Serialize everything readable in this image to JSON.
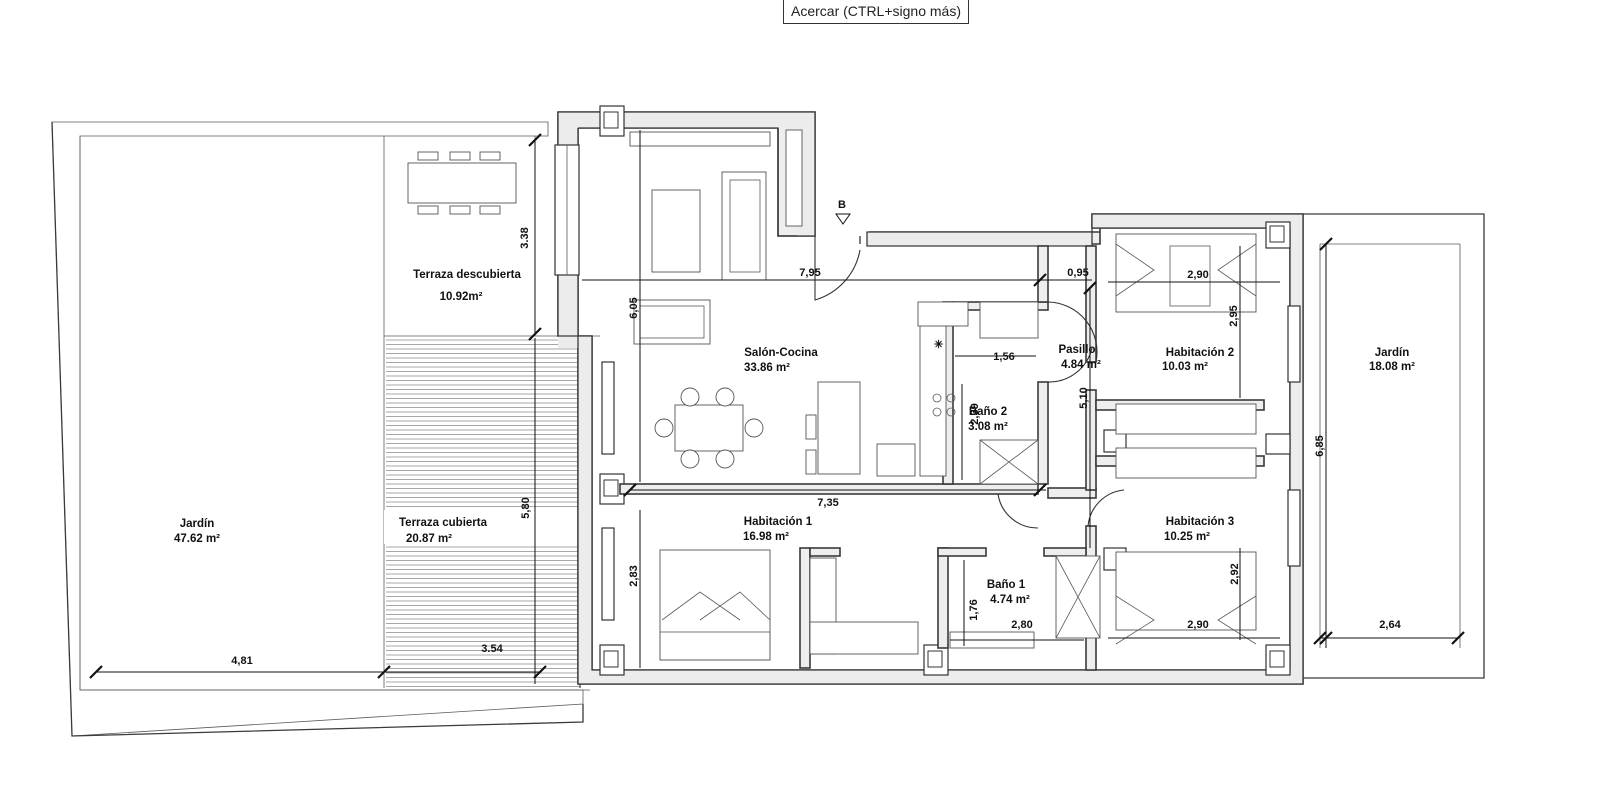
{
  "tooltip": "Acercar (CTRL+signo más)",
  "section_marker": "B",
  "rooms": {
    "jardin_left": {
      "name": "Jardín",
      "area": "47.62 m²"
    },
    "terraza_descubierta": {
      "name": "Terraza descubierta",
      "area": "10.92m²"
    },
    "terraza_cubierta": {
      "name": "Terraza cubierta",
      "area": "20.87 m²"
    },
    "salon_cocina": {
      "name": "Salón-Cocina",
      "area": "33.86 m²"
    },
    "pasillo": {
      "name": "Pasillo",
      "area": "4.84 m²"
    },
    "bano2": {
      "name": "Baño 2",
      "area": "3.08 m²"
    },
    "habitacion2": {
      "name": "Habitación 2",
      "area": "10.03 m²"
    },
    "jardin_right": {
      "name": "Jardín",
      "area": "18.08 m²"
    },
    "habitacion1": {
      "name": "Habitación 1",
      "area": "16.98 m²"
    },
    "bano1": {
      "name": "Baño 1",
      "area": "4.74 m²"
    },
    "habitacion3": {
      "name": "Habitación 3",
      "area": "10.25 m²"
    }
  },
  "dimensions": {
    "d_338": "3.38",
    "d_795": "7,95",
    "d_095": "0,95",
    "d_290_top": "2,90",
    "d_295": "2,95",
    "d_605": "6,05",
    "d_156": "1,56",
    "d_510": "5,10",
    "d_239": "2,39",
    "d_685": "6,85",
    "d_735": "7,35",
    "d_580": "5,80",
    "d_283": "2,83",
    "d_176": "1,76",
    "d_280": "2,80",
    "d_292": "2,92",
    "d_290_bottom": "2,90",
    "d_264": "2,64",
    "d_481": "4,81",
    "d_354": "3.54"
  }
}
